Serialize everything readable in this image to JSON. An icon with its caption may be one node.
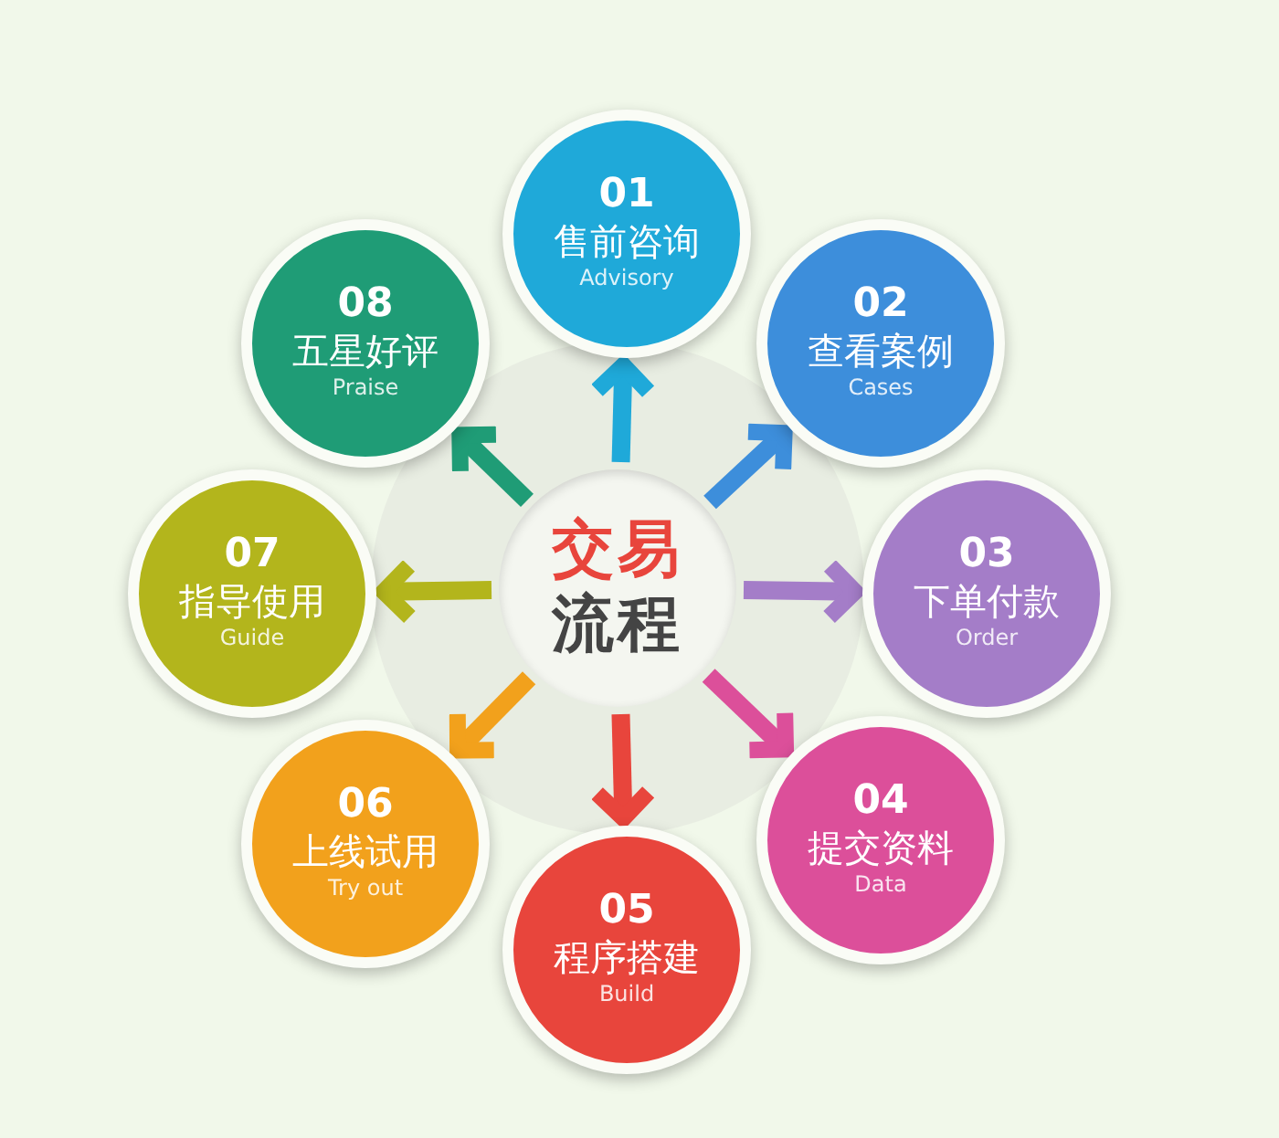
{
  "diagram": {
    "nodes": [
      {
        "text": [
          "交易",
          "流程"
        ]
      },
      {
        "text": [
          "01",
          "售前咨询",
          "Advisory"
        ]
      },
      {
        "text": [
          "02",
          "查看案例",
          "Cases"
        ]
      },
      {
        "text": [
          "03",
          "下单付款",
          "Order"
        ]
      },
      {
        "text": [
          "04",
          "提交资料",
          "Data"
        ]
      },
      {
        "text": [
          "05",
          "程序搭建",
          "Build"
        ]
      },
      {
        "text": [
          "06",
          "上线试用",
          "Try out"
        ]
      },
      {
        "text": [
          "07",
          "指导使用",
          "Guide"
        ]
      },
      {
        "text": [
          "08",
          "五星好评",
          "Praise"
        ]
      }
    ],
    "edges": [
      {
        "from": 0,
        "to": 1,
        "arrow": "to",
        "color": "#1fa9d9"
      },
      {
        "from": 0,
        "to": 2,
        "arrow": "to",
        "color": "#3d8edb"
      },
      {
        "from": 0,
        "to": 3,
        "arrow": "to",
        "color": "#a47dc8"
      },
      {
        "from": 0,
        "to": 4,
        "arrow": "to",
        "color": "#dc4f9a"
      },
      {
        "from": 0,
        "to": 5,
        "arrow": "to",
        "color": "#e8453c"
      },
      {
        "from": 0,
        "to": 6,
        "arrow": "to",
        "color": "#f2a11c"
      },
      {
        "from": 0,
        "to": 7,
        "arrow": "to",
        "color": "#b3b51c"
      },
      {
        "from": 0,
        "to": 8,
        "arrow": "to",
        "color": "#1f9c76"
      }
    ]
  }
}
